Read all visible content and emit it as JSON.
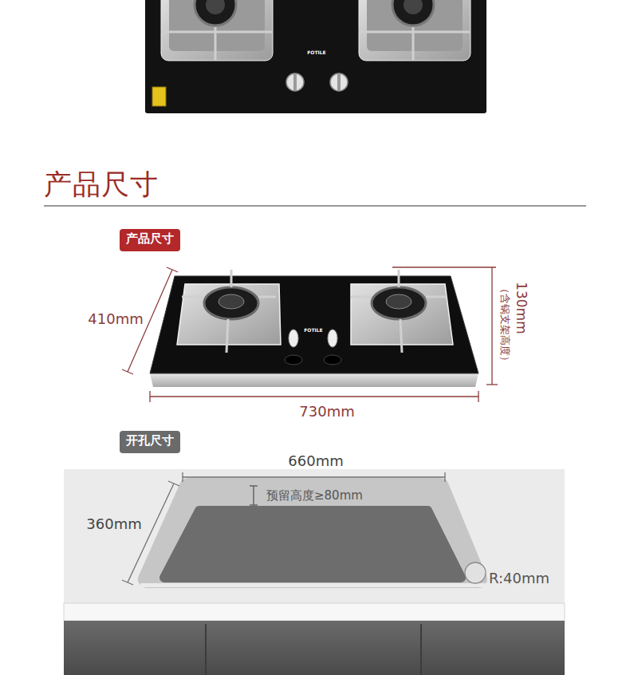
{
  "diagram": {
    "title": "产品尺寸",
    "nodes": [
      {
        "text": [
          "产品尺寸"
        ]
      },
      {
        "text": [
          "开孔尺寸"
        ]
      }
    ],
    "labels": [
      "FOTILE",
      "FOTILE",
      "410mm",
      "130mm",
      "（含锅支架高度）",
      "730mm",
      "660mm",
      "360mm",
      "预留高度≥80mm",
      "R:40mm"
    ]
  }
}
